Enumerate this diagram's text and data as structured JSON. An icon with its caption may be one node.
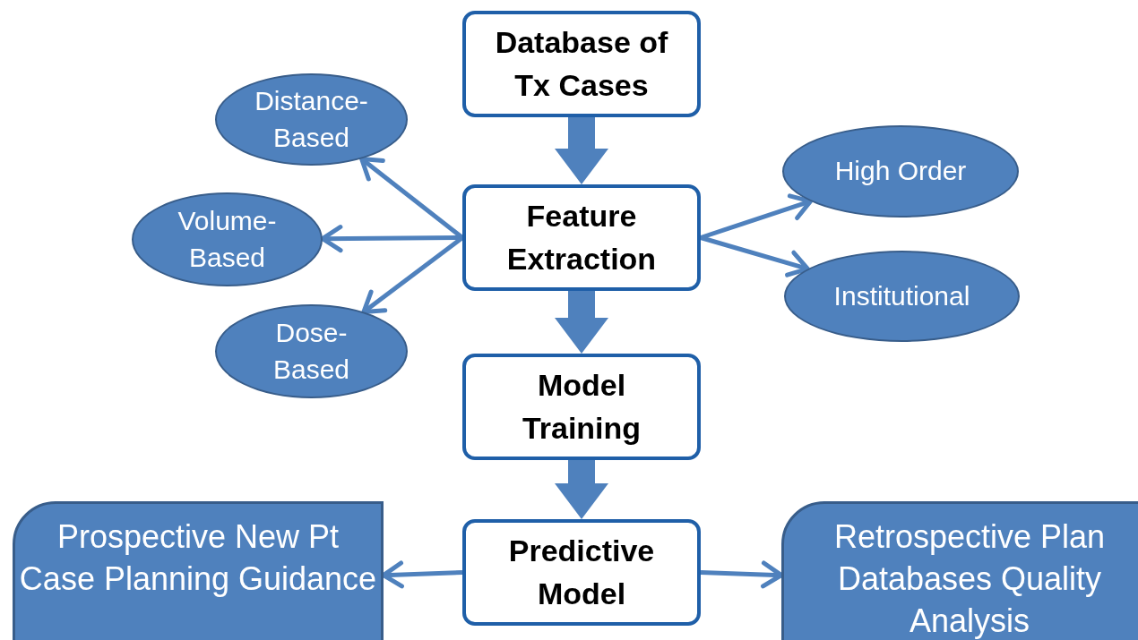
{
  "diagram": {
    "nodes": [
      {
        "text": [
          "Database of Tx Cases"
        ]
      },
      {
        "text": [
          "Feature Extraction"
        ]
      },
      {
        "text": [
          "Model Training"
        ]
      },
      {
        "text": [
          "Predictive Model"
        ]
      },
      {
        "text": [
          "Distance-Based"
        ]
      },
      {
        "text": [
          "Volume-Based"
        ]
      },
      {
        "text": [
          "Dose-Based"
        ]
      },
      {
        "text": [
          "High Order"
        ]
      },
      {
        "text": [
          "Institutional"
        ]
      },
      {
        "text": [
          "Prospective New Pt Case Planning Guidance"
        ]
      },
      {
        "text": [
          "Retrospective Plan Databases Quality Analysis"
        ]
      }
    ],
    "edges": [
      {
        "from": 0,
        "to": 1,
        "arrow": "to",
        "style": "thick"
      },
      {
        "from": 1,
        "to": 2,
        "arrow": "to",
        "style": "thick"
      },
      {
        "from": 2,
        "to": 3,
        "arrow": "to",
        "style": "thick"
      },
      {
        "from": 1,
        "to": 4,
        "arrow": "to"
      },
      {
        "from": 1,
        "to": 5,
        "arrow": "to"
      },
      {
        "from": 1,
        "to": 6,
        "arrow": "to"
      },
      {
        "from": 1,
        "to": 7,
        "arrow": "to"
      },
      {
        "from": 1,
        "to": 8,
        "arrow": "to"
      },
      {
        "from": 3,
        "to": 9,
        "arrow": "to"
      },
      {
        "from": 3,
        "to": 10,
        "arrow": "to"
      }
    ]
  }
}
